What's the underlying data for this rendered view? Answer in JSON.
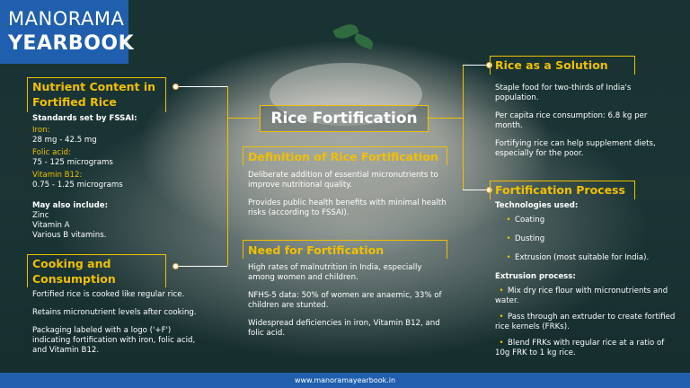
{
  "logo": {
    "line1": "MANORAMA",
    "line2": "YEARBOOK"
  },
  "title": "Rice Fortification",
  "nutrient": {
    "heading": "Nutrient Content in Fortified Rice",
    "standards_label": "Standards set by FSSAI:",
    "iron_label": "Iron:",
    "iron_value": "28 mg - 42.5 mg",
    "folic_label": "Folic acid:",
    "folic_value": "75 - 125 micrograms",
    "b12_label": "Vitamin B12:",
    "b12_value": "0.75 - 1.25 micrograms",
    "may_include_label": "May also include:",
    "includes": [
      "Zinc",
      "Vitamin A",
      "Various B vitamins."
    ]
  },
  "cooking": {
    "heading": "Cooking and Consumption",
    "points": [
      "Fortified rice is cooked like regular rice.",
      "Retains micronutrient levels after cooking.",
      "Packaging labeled with a logo ('+F') indicating fortification with iron, folic acid, and Vitamin B12."
    ]
  },
  "definition": {
    "heading": "Definition of Rice Fortification",
    "points": [
      "Deliberate addition of essential micronutrients to improve nutritional quality.",
      "Provides public health benefits with minimal health risks (according to FSSAI)."
    ]
  },
  "need": {
    "heading": "Need for Fortification",
    "points": [
      "High rates of malnutrition in India, especially among women and children.",
      "NFHS-5 data: 50% of women are anaemic, 33% of children are stunted.",
      "Widespread deficiencies in iron, Vitamin B12, and folic acid."
    ]
  },
  "solution": {
    "heading": "Rice as a Solution",
    "points": [
      "Staple food for two-thirds of India's population.",
      "Per capita rice consumption: 6.8 kg per month.",
      "Fortifying rice can help supplement diets, especially for the poor."
    ]
  },
  "process": {
    "heading": "Fortification Process",
    "tech_label": "Technologies used:",
    "technologies": [
      "Coating",
      "Dusting",
      "Extrusion (most suitable for India)."
    ],
    "extrusion_label": "Extrusion process:",
    "steps": [
      "Mix dry rice flour with micronutrients and water.",
      "Pass through an extruder to create fortified rice kernels (FRKs).",
      "Blend FRKs with regular rice at a ratio of 10g FRK to 1 kg rice."
    ]
  },
  "footer": "www.manoramayearbook.in",
  "colors": {
    "accent": "#f0c000",
    "brand": "#1f5fae",
    "text": "#ffffff"
  }
}
